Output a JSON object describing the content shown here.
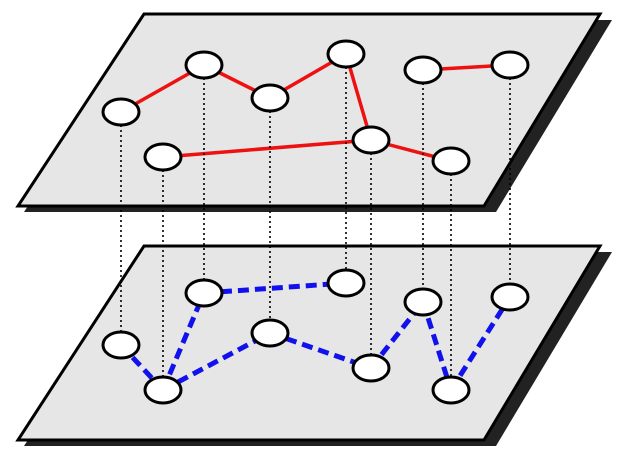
{
  "diagram": {
    "kind": "multilayer-network",
    "colors": {
      "plane_fill": "#e6e6e6",
      "plane_border": "#000000",
      "top_edge": "#ee1111",
      "bottom_edge": "#1111ee",
      "node_fill": "#ffffff",
      "link": "#000000"
    },
    "layers": [
      {
        "id": "top",
        "edge_style": "solid",
        "nodes": [
          "n1",
          "n2",
          "n3",
          "n4",
          "n5",
          "n6",
          "n7",
          "n8",
          "n9"
        ],
        "edges": [
          [
            "n1",
            "n2"
          ],
          [
            "n2",
            "n3"
          ],
          [
            "n3",
            "n4"
          ],
          [
            "n4",
            "n7"
          ],
          [
            "n8",
            "n7"
          ],
          [
            "n7",
            "n9"
          ],
          [
            "n5",
            "n6"
          ]
        ]
      },
      {
        "id": "bottom",
        "edge_style": "dashed",
        "nodes": [
          "n1",
          "n2",
          "n3",
          "n4",
          "n5",
          "n6",
          "n7",
          "n8",
          "n9"
        ],
        "edges": [
          [
            "n1",
            "n8"
          ],
          [
            "n8",
            "n2"
          ],
          [
            "n2",
            "n4"
          ],
          [
            "n8",
            "n3"
          ],
          [
            "n3",
            "n7"
          ],
          [
            "n7",
            "n5"
          ],
          [
            "n5",
            "n9"
          ],
          [
            "n9",
            "n6"
          ]
        ]
      }
    ],
    "interlayer_links": [
      "n1",
      "n2",
      "n3",
      "n4",
      "n5",
      "n6",
      "n7",
      "n8",
      "n9"
    ]
  }
}
